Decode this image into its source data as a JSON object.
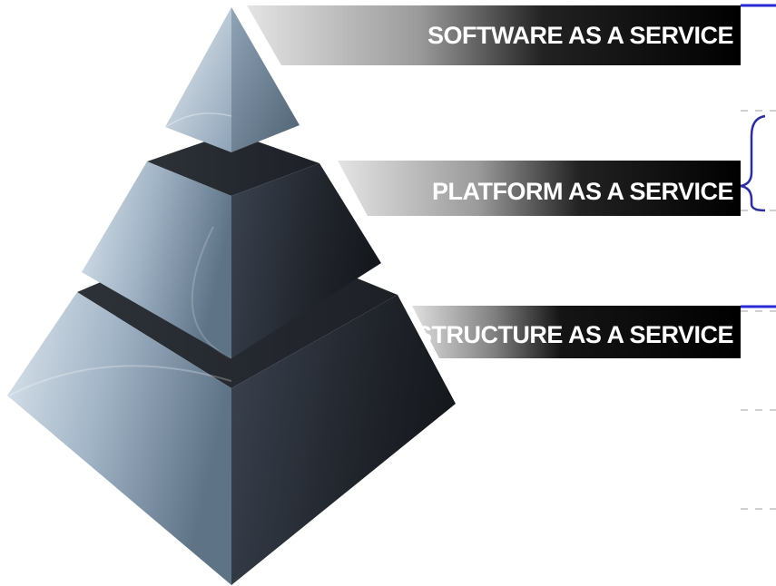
{
  "diagram": {
    "layers": [
      {
        "id": "saas",
        "label": "SOFTWARE AS A SERVICE"
      },
      {
        "id": "paas",
        "label": "PLATFORM AS A SERVICE"
      },
      {
        "id": "iaas",
        "label": "INFRASTRUCTURE AS A SERVICE"
      }
    ],
    "colors": {
      "banner_dark": "#000000",
      "banner_light": "#d0d0d0",
      "face_light": "#c4d2e0",
      "face_mid": "#7e93a8",
      "face_dark": "#252a32",
      "face_top": "#2a2f37",
      "bracket": "#2d2d9c",
      "accent_line": "#2020d0",
      "dash": "#b8b8b8"
    }
  }
}
